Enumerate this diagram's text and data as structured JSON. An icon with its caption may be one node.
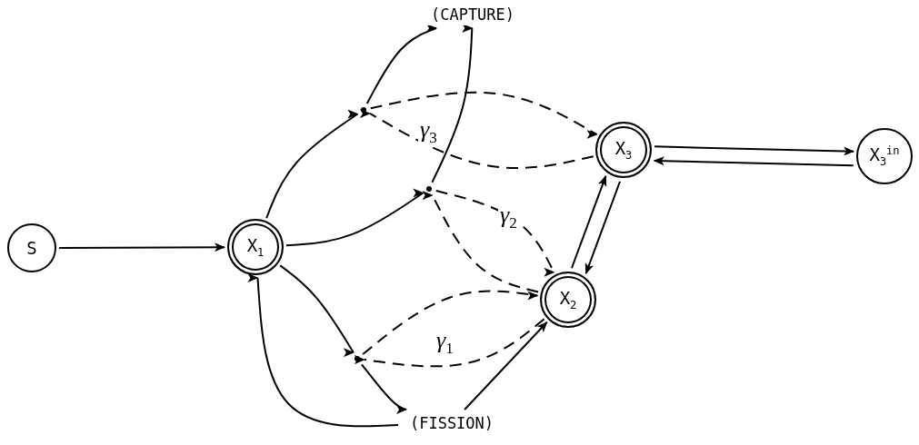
{
  "diagram": {
    "nodes": [
      {
        "text": [
          "S"
        ]
      },
      {
        "text": [
          "X$_{1}$"
        ]
      },
      {
        "text": [],
        "shape": "circle"
      },
      {
        "text": [
          "(CAPTURE)"
        ]
      },
      {
        "text": [],
        "shape": "circle"
      },
      {
        "text": [
          "X$_{3}$"
        ]
      },
      {
        "text": [
          "X$_{3}$$^{in}$"
        ]
      },
      {
        "text": [],
        "shape": "circle"
      },
      {
        "text": [
          "X$_{2}$"
        ]
      },
      {
        "text": [
          "(FISSION)"
        ]
      }
    ],
    "edges": [
      {
        "from": 0,
        "to": 1,
        "arrow": "to"
      },
      {
        "from": 1,
        "to": 2,
        "arrow": "to"
      },
      {
        "from": 2,
        "to": 3,
        "arrow": "to"
      },
      {
        "from": 4,
        "to": 3,
        "arrow": "to"
      },
      {
        "from": 1,
        "to": 4,
        "arrow": "to"
      },
      {
        "from": 1,
        "to": 7,
        "arrow": "to"
      },
      {
        "from": 7,
        "to": 9,
        "arrow": "to"
      },
      {
        "from": 9,
        "to": 1,
        "arrow": "to"
      },
      {
        "from": 9,
        "to": 8,
        "arrow": "to"
      },
      {
        "from": 2,
        "to": 5,
        "arrow": "to",
        "style": "dashed"
      },
      {
        "from": 5,
        "to": 2,
        "arrow": "to",
        "style": "dashed"
      },
      {
        "from": 4,
        "to": 8,
        "arrow": "to",
        "style": "dashed"
      },
      {
        "from": 8,
        "to": 4,
        "arrow": "to",
        "style": "dashed"
      },
      {
        "from": 7,
        "to": 8,
        "arrow": "to",
        "style": "dashed"
      },
      {
        "from": 8,
        "to": 7,
        "arrow": "to",
        "style": "dashed"
      },
      {
        "from": 8,
        "to": 5,
        "arrow": "to"
      },
      {
        "from": 5,
        "to": 8,
        "arrow": "to"
      },
      {
        "from": 5,
        "to": 6,
        "arrow": "to"
      },
      {
        "from": 6,
        "to": 5,
        "arrow": "to"
      }
    ],
    "labels": [
      "γ$_{3}$",
      "γ$_{2}$",
      "γ$_{1}$"
    ]
  }
}
